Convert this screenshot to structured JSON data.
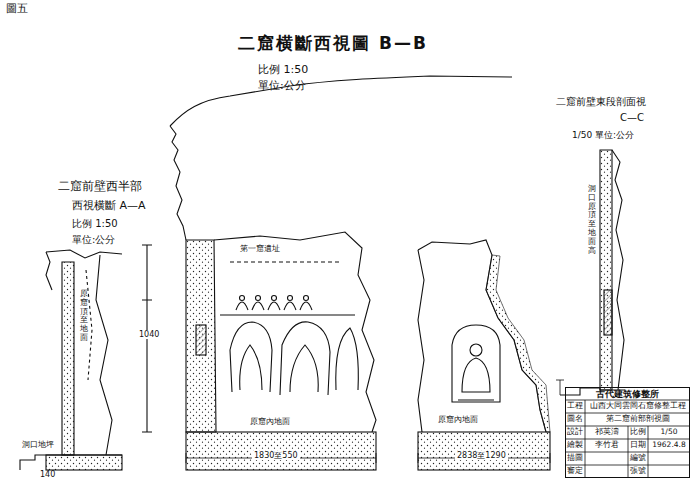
{
  "diagram": {
    "title": "二窟横斷西視圖 B—B",
    "nodes": [
      {
        "text": [
          "古代建筑修整所"
        ]
      }
    ],
    "labels": [
      "圖五",
      "比例 1:50",
      "單位:公分",
      "二窟前壁西半部",
      "西視横斷 A—A",
      "比例 1:50",
      "單位:公分",
      "二窟前壁東段剖面視",
      "C—C",
      "1/50 單位:公分",
      "第一窟遺址",
      "洞口地坪",
      "原窟內地面",
      "原窟內地面",
      "1830至550",
      "2838至1290",
      "140",
      "1040",
      "原窟頂至地面",
      "洞口原頂至地面高",
      "工程",
      "山西大同雲岡石窟修整工程",
      "圖名",
      "第二窟前部剖視圖",
      "設計",
      "祁英濤",
      "比例",
      "1/50",
      "繪製",
      "李竹君",
      "日期",
      "1962.4.8",
      "描圖",
      "編號",
      "審定",
      "張號"
    ]
  }
}
